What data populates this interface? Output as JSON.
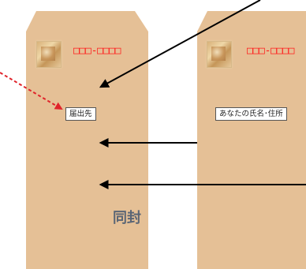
{
  "left_envelope": {
    "postal_code": "□□□-□□□□",
    "recipient_label": "届出先",
    "enclosure_text": "同封"
  },
  "right_envelope": {
    "postal_code": "□□□-□□□□",
    "sender_label": "あなたの氏名･住所"
  },
  "colors": {
    "envelope": "#e5c096",
    "postal_code": "#ff1a1a",
    "dashed_arrow": "#e0242b",
    "arrow": "#000000",
    "enclosure_text": "#5a6575"
  }
}
